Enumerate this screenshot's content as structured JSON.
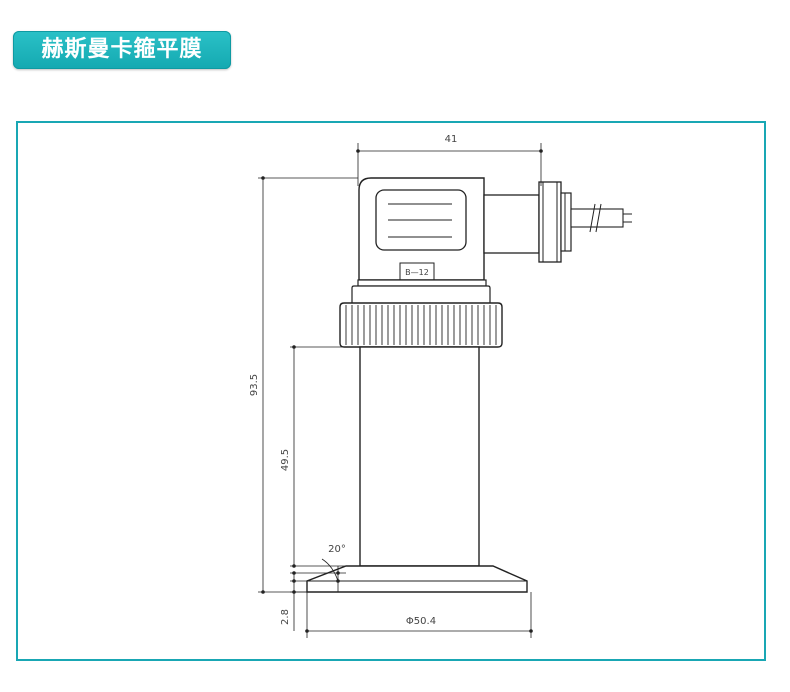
{
  "header": {
    "title": "赫斯曼卡箍平膜"
  },
  "colors": {
    "accent": "#19a7b4",
    "line": "#222222"
  },
  "drawing": {
    "dims": {
      "top_width": "41",
      "total_height": "93.5",
      "stem_height": "49.5",
      "flange_thickness": "2.8",
      "flange_diameter": "Φ50.4",
      "chamfer_angle": "20°"
    },
    "plate_text": "B—12"
  }
}
